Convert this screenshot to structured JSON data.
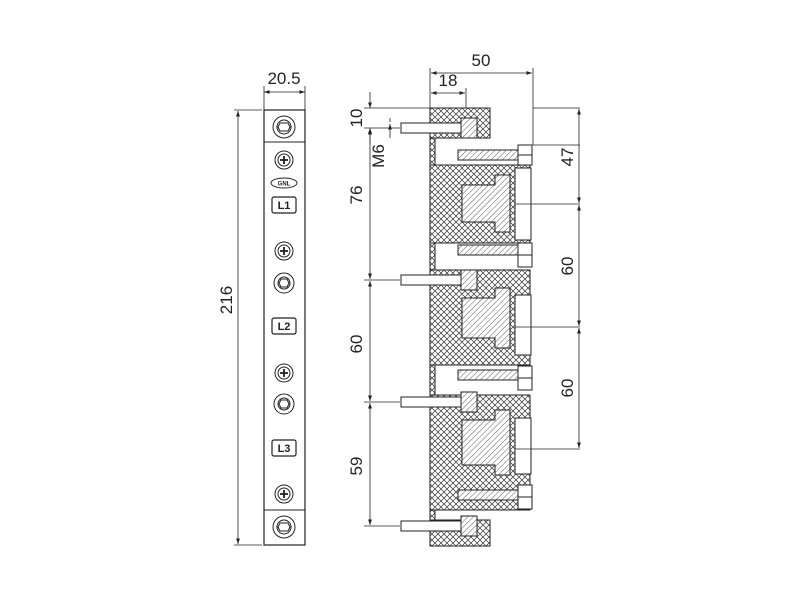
{
  "front_view": {
    "width_dim": "20.5",
    "height_dim": "216",
    "logo_text": "GNL",
    "phase_labels": [
      "L1",
      "L2",
      "L3"
    ]
  },
  "side_view": {
    "total_depth_dim": "50",
    "flange_dim": "18",
    "left_dims": [
      "10",
      "M6",
      "76",
      "60",
      "59"
    ],
    "right_dims": [
      "47",
      "60",
      "60"
    ]
  },
  "colors": {
    "line": "#222222",
    "background": "#ffffff"
  }
}
